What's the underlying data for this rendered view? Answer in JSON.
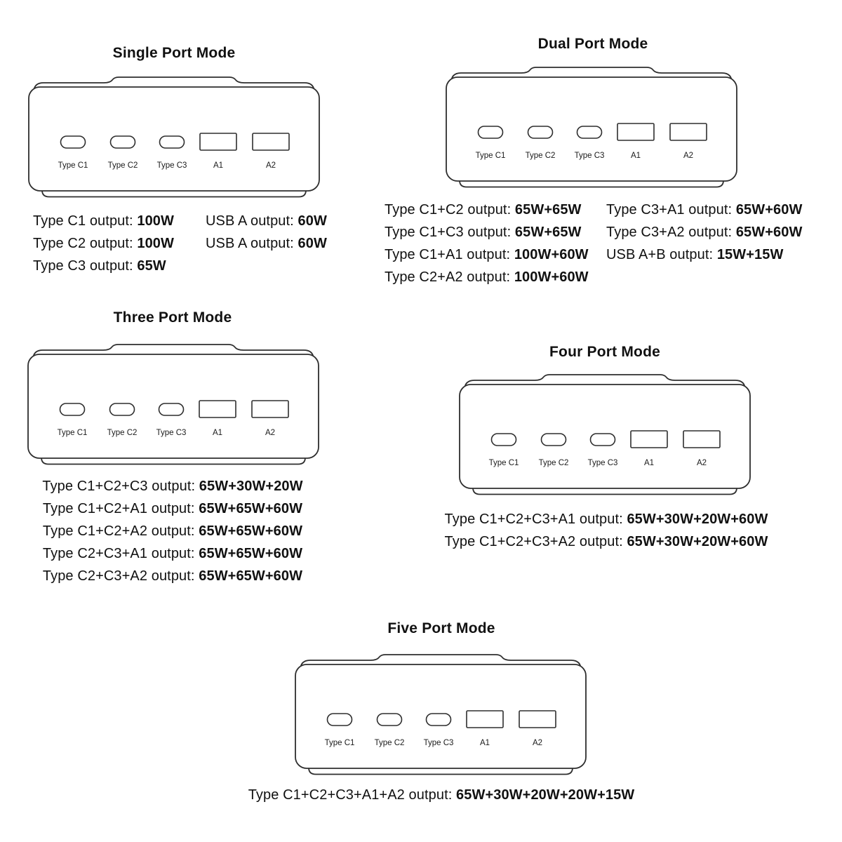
{
  "page": {
    "background": "#ffffff",
    "line_color": "#2e2e2e",
    "text_color": "#111111"
  },
  "sections": [
    {
      "id": "single-port-mode",
      "title": "Single Port Mode",
      "ports": [
        "Type C1",
        "Type C2",
        "Type C3",
        "A1",
        "A2"
      ],
      "specs_left": [
        {
          "label": "Type C1 output: ",
          "value": "100W"
        },
        {
          "label": "Type C2 output: ",
          "value": "100W"
        },
        {
          "label": "Type C3 output: ",
          "value": "65W"
        }
      ],
      "specs_right": [
        {
          "label": "USB A output: ",
          "value": "60W"
        },
        {
          "label": "USB A output: ",
          "value": "60W"
        }
      ]
    },
    {
      "id": "dual-port-mode",
      "title": "Dual Port Mode",
      "ports": [
        "Type C1",
        "Type C2",
        "Type C3",
        "A1",
        "A2"
      ],
      "specs_left": [
        {
          "label": "Type C1+C2 output: ",
          "value": "65W+65W"
        },
        {
          "label": "Type C1+C3 output: ",
          "value": "65W+65W"
        },
        {
          "label": "Type C1+A1 output: ",
          "value": "100W+60W"
        },
        {
          "label": "Type C2+A2 output: ",
          "value": "100W+60W"
        }
      ],
      "specs_right": [
        {
          "label": "Type C3+A1 output: ",
          "value": "65W+60W"
        },
        {
          "label": "Type C3+A2 output: ",
          "value": "65W+60W"
        },
        {
          "label": "USB A+B output: ",
          "value": "15W+15W"
        }
      ]
    },
    {
      "id": "three-port-mode",
      "title": "Three Port Mode",
      "ports": [
        "Type C1",
        "Type C2",
        "Type C3",
        "A1",
        "A2"
      ],
      "specs_center": [
        {
          "label": "Type C1+C2+C3 output: ",
          "value": "65W+30W+20W"
        },
        {
          "label": "Type C1+C2+A1 output: ",
          "value": "65W+65W+60W"
        },
        {
          "label": "Type C1+C2+A2 output: ",
          "value": "65W+65W+60W"
        },
        {
          "label": "Type C2+C3+A1 output: ",
          "value": "65W+65W+60W"
        },
        {
          "label": "Type C2+C3+A2 output: ",
          "value": "65W+65W+60W"
        }
      ]
    },
    {
      "id": "four-port-mode",
      "title": "Four Port Mode",
      "ports": [
        "Type C1",
        "Type C2",
        "Type C3",
        "A1",
        "A2"
      ],
      "specs_center": [
        {
          "label": "Type C1+C2+C3+A1 output: ",
          "value": "65W+30W+20W+60W"
        },
        {
          "label": "Type C1+C2+C3+A2 output: ",
          "value": "65W+30W+20W+60W"
        }
      ]
    },
    {
      "id": "five-port-mode",
      "title": "Five Port Mode",
      "ports": [
        "Type C1",
        "Type C2",
        "Type C3",
        "A1",
        "A2"
      ],
      "specs_center": [
        {
          "label": "Type C1+C2+C3+A1+A2 output: ",
          "value": "65W+30W+20W+20W+15W"
        }
      ]
    }
  ]
}
